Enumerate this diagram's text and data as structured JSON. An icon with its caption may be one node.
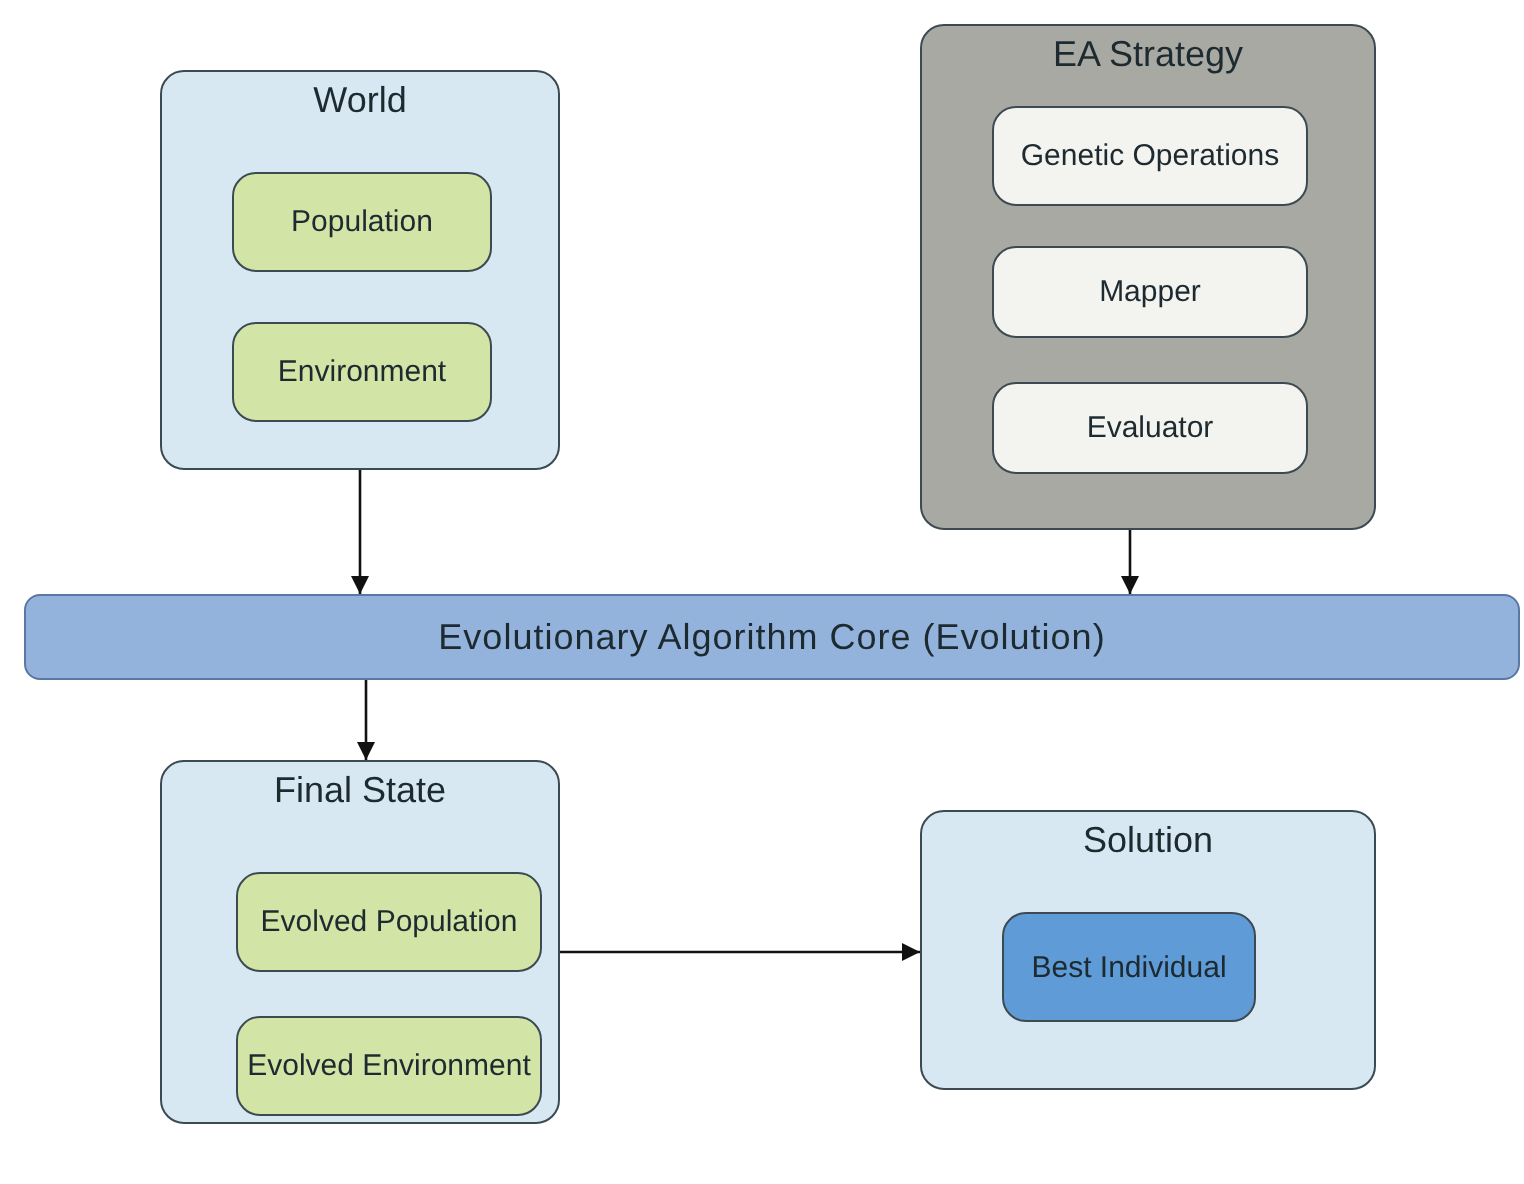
{
  "diagram": {
    "nodes": [
      {
        "text": [
          "World"
        ]
      },
      {
        "text": [
          "Population"
        ],
        "in": 0
      },
      {
        "text": [
          "Environment"
        ],
        "in": 0
      },
      {
        "text": [
          "EA Strategy"
        ]
      },
      {
        "text": [
          "Genetic Operations"
        ],
        "in": 3
      },
      {
        "text": [
          "Mapper"
        ],
        "in": 3
      },
      {
        "text": [
          "Evaluator"
        ],
        "in": 3
      },
      {
        "text": [
          "Evolutionary Algorithm Core (Evolution)"
        ]
      },
      {
        "text": [
          "Final State"
        ]
      },
      {
        "text": [
          "Evolved Population"
        ],
        "in": 8
      },
      {
        "text": [
          "Evolved Environment"
        ],
        "in": 8
      },
      {
        "text": [
          "Solution"
        ]
      },
      {
        "text": [
          "Best Individual"
        ],
        "in": 11
      }
    ],
    "edges": [
      {
        "from": 0,
        "to": 7,
        "arrow": "to"
      },
      {
        "from": 3,
        "to": 7,
        "arrow": "to"
      },
      {
        "from": 7,
        "to": 8,
        "arrow": "to"
      },
      {
        "from": 8,
        "to": 11,
        "arrow": "to"
      }
    ]
  }
}
